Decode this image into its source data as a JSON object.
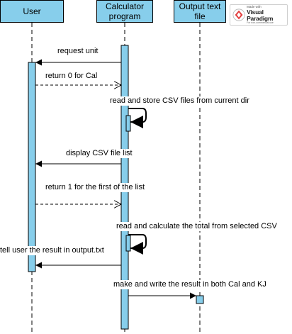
{
  "participants": [
    {
      "id": "user",
      "label": "User"
    },
    {
      "id": "calc",
      "label": "Calculator\nprogram"
    },
    {
      "id": "output",
      "label": "Output text\nfile"
    }
  ],
  "messages": [
    {
      "id": "request-unit",
      "label": "request unit"
    },
    {
      "id": "return-0",
      "label": "return 0 for Cal"
    },
    {
      "id": "read-store",
      "label": "read and store CSV files from current dir"
    },
    {
      "id": "display-list",
      "label": "display CSV file list"
    },
    {
      "id": "return-1",
      "label": "return 1 for the first of the list"
    },
    {
      "id": "read-calc",
      "label": "read and calculate the total from selected CSV"
    },
    {
      "id": "tell-user",
      "label": "tell user the result in output.txt"
    },
    {
      "id": "make-write",
      "label": "make and write the result in both Cal and KJ"
    }
  ],
  "watermark": {
    "line1": "Made with",
    "line2": "Visual Paradigm",
    "line3": "For non-commercial use"
  },
  "colors": {
    "participant_fill": "#87ceeb",
    "activation_fill": "#87ceeb",
    "line": "#000000"
  }
}
